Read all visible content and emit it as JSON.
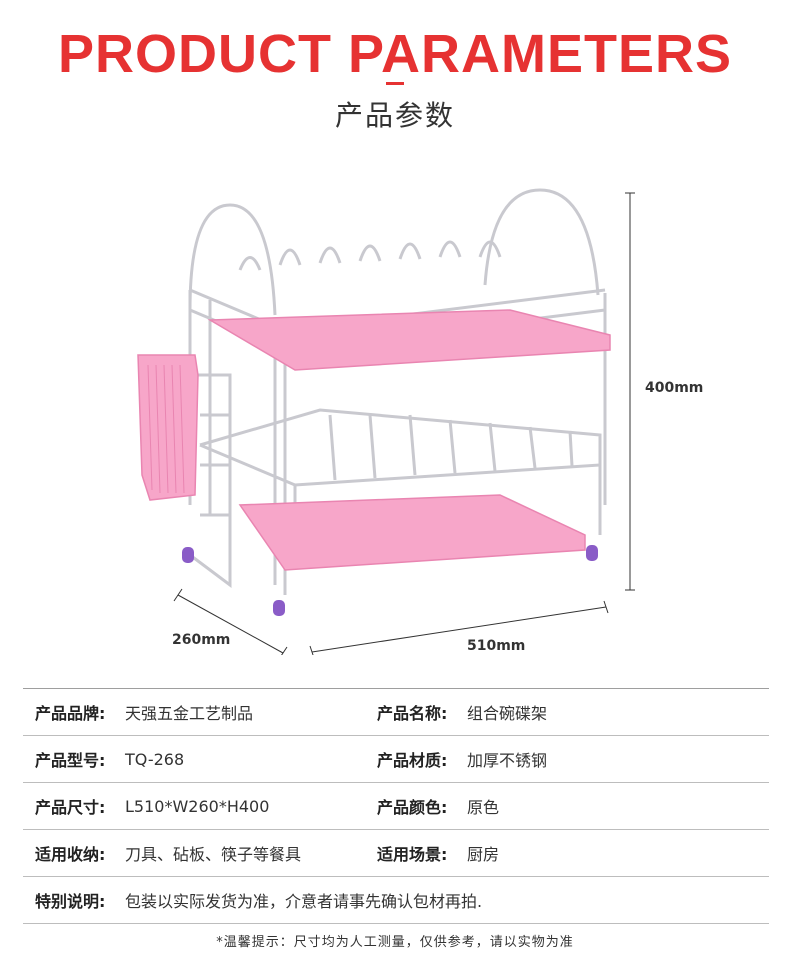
{
  "header": {
    "title": "PRODUCT PARAMETERS",
    "subtitle": "产品参数",
    "accent_color": "#e63232"
  },
  "image": {
    "subject": "two-tier-dish-rack",
    "colors": {
      "tray": "#f7a6c9",
      "tray_dark": "#e985b1",
      "wire": "#c9c9cf",
      "feet": "#8a5cc7"
    }
  },
  "dimensions": {
    "height": "400mm",
    "depth": "260mm",
    "width": "510mm"
  },
  "params": [
    [
      {
        "key": "产品品牌:",
        "value": "天强五金工艺制品"
      },
      {
        "key": "产品名称:",
        "value": "组合碗碟架"
      }
    ],
    [
      {
        "key": "产品型号:",
        "value": "TQ-268"
      },
      {
        "key": "产品材质:",
        "value": "加厚不锈钢"
      }
    ],
    [
      {
        "key": "产品尺寸:",
        "value": "L510*W260*H400"
      },
      {
        "key": "产品颜色:",
        "value": "原色"
      }
    ],
    [
      {
        "key": "适用收纳:",
        "value": "刀具、砧板、筷子等餐具"
      },
      {
        "key": "适用场景:",
        "value": "厨房"
      }
    ]
  ],
  "special": {
    "key": "特别说明:",
    "value": "包装以实际发货为准，介意者请事先确认包材再拍."
  },
  "footer": {
    "note": "*温馨提示：尺寸均为人工测量，仅供参考，请以实物为准"
  }
}
